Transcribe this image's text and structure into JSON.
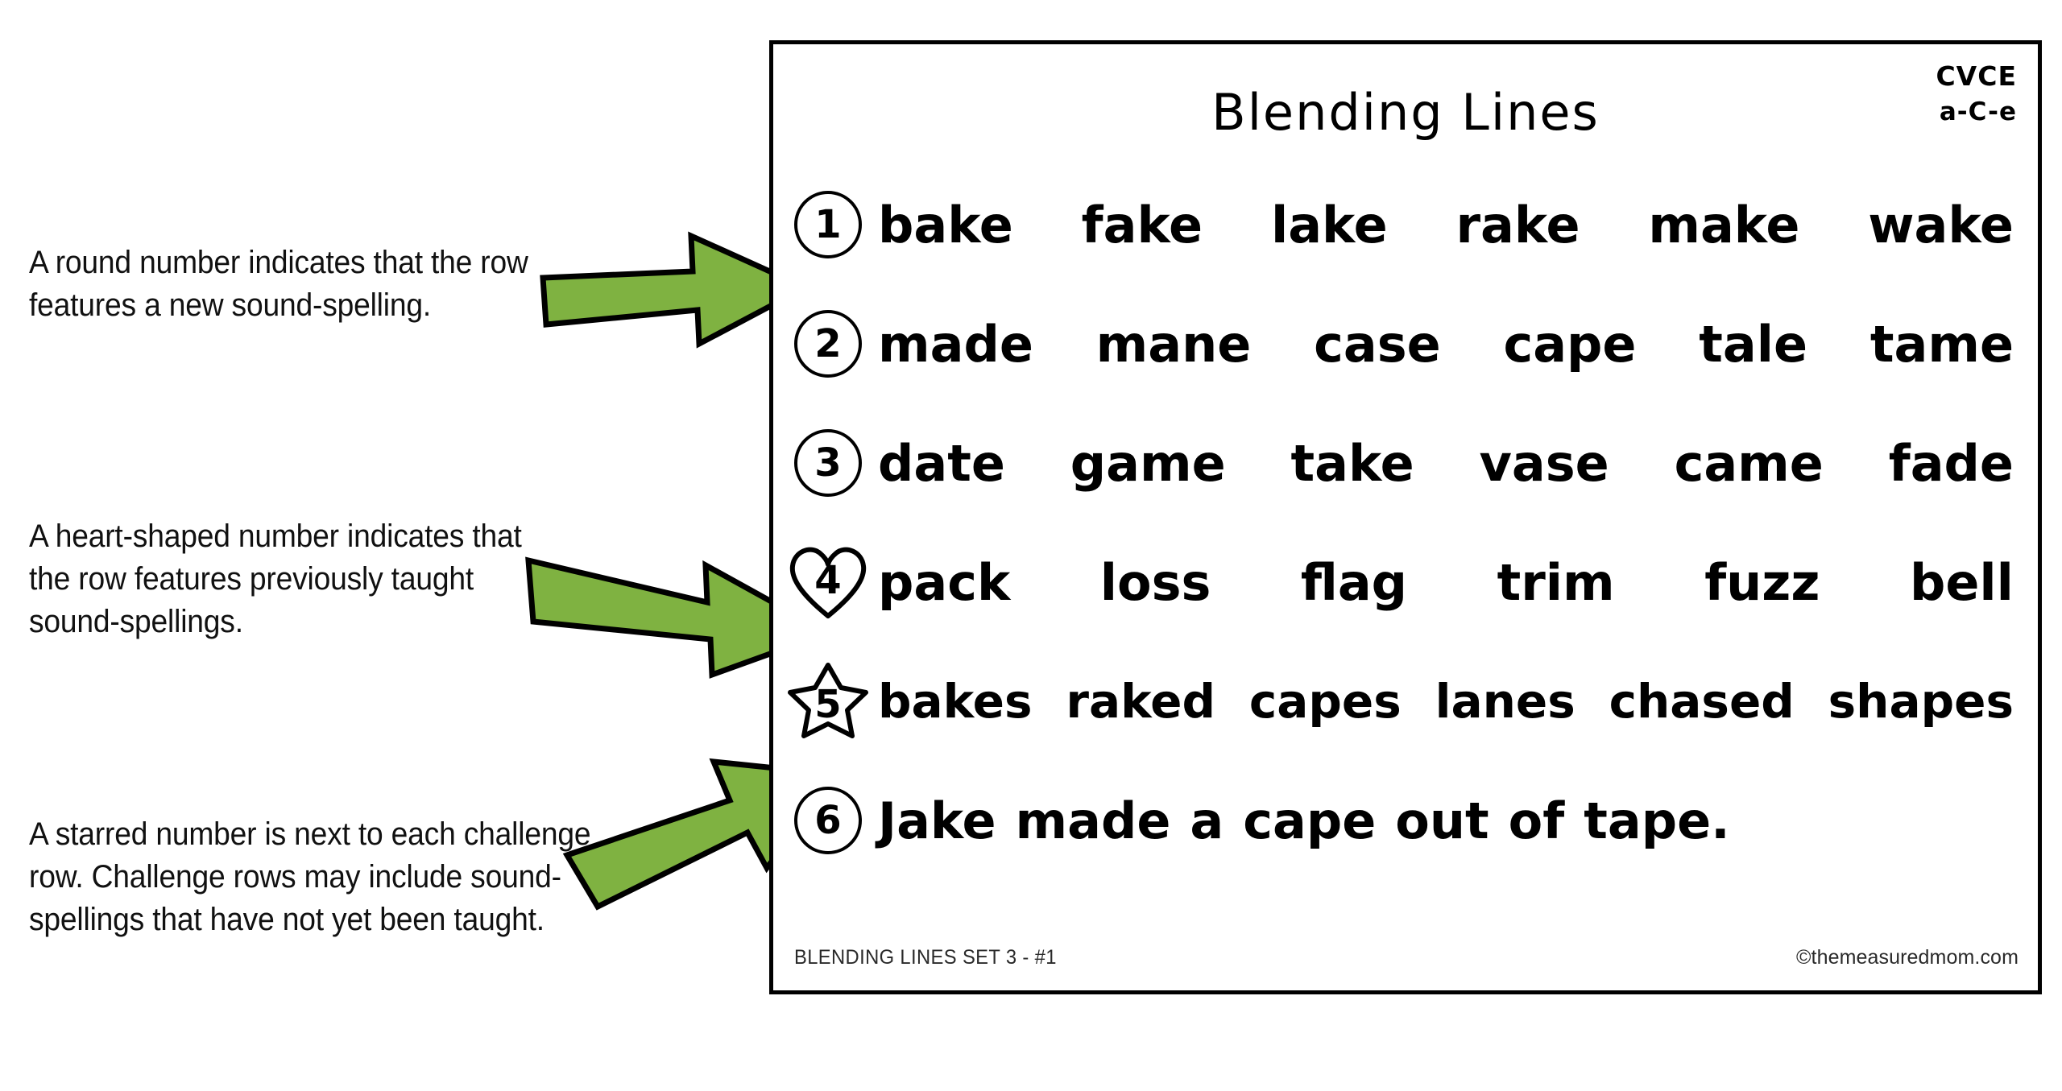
{
  "annotations": [
    {
      "name": "round-number-note",
      "text": "A round number indicates that the row features a new sound-spelling."
    },
    {
      "name": "heart-number-note",
      "text": "A heart-shaped number indicates that the row features previously taught sound-spellings."
    },
    {
      "name": "star-number-note",
      "text": "A starred number is next to each challenge row. Challenge rows may include sound-spellings that have not yet been taught."
    }
  ],
  "arrows": {
    "fill_color": "#7FB241",
    "stroke_color": "#000000",
    "items": [
      {
        "name": "arrow-to-row-1",
        "points_to": "row-1-badge"
      },
      {
        "name": "arrow-to-row-4",
        "points_to": "row-4-badge"
      },
      {
        "name": "arrow-to-row-5",
        "points_to": "row-5-badge"
      }
    ]
  },
  "worksheet": {
    "title": "Blending Lines",
    "corner_tag": {
      "main": "CVCE",
      "sub": "a-C-e"
    },
    "rows": [
      {
        "number": "1",
        "badge_shape": "circle",
        "type": "words",
        "words": [
          "bake",
          "fake",
          "lake",
          "rake",
          "make",
          "wake"
        ]
      },
      {
        "number": "2",
        "badge_shape": "circle",
        "type": "words",
        "words": [
          "made",
          "mane",
          "case",
          "cape",
          "tale",
          "tame"
        ]
      },
      {
        "number": "3",
        "badge_shape": "circle",
        "type": "words",
        "words": [
          "date",
          "game",
          "take",
          "vase",
          "came",
          "fade"
        ]
      },
      {
        "number": "4",
        "badge_shape": "heart",
        "type": "words",
        "words": [
          "pack",
          "loss",
          "flag",
          "trim",
          "fuzz",
          "bell"
        ]
      },
      {
        "number": "5",
        "badge_shape": "star",
        "type": "words",
        "words": [
          "bakes",
          "raked",
          "capes",
          "lanes",
          "chased",
          "shapes"
        ]
      },
      {
        "number": "6",
        "badge_shape": "circle",
        "type": "sentence",
        "words": [
          "Jake",
          "made",
          "a",
          "cape",
          "out",
          "of",
          "tape."
        ]
      }
    ],
    "footer": {
      "left": "BLENDING LINES SET 3 - #1",
      "right": "©themeasuredmom.com"
    }
  }
}
